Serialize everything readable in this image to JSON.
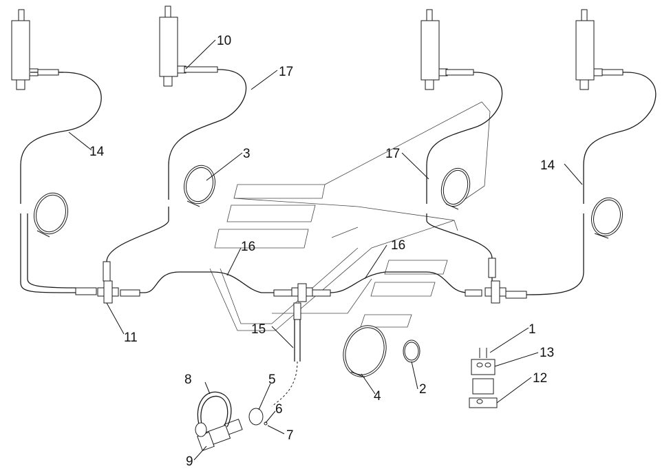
{
  "callouts": {
    "c1": "1",
    "c2": "2",
    "c3": "3",
    "c4": "4",
    "c5": "5",
    "c6": "6",
    "c7": "7",
    "c8": "8",
    "c9": "9",
    "c10": "10",
    "c11": "11",
    "c12": "12",
    "c13": "13",
    "c14a": "14",
    "c14b": "14",
    "c15": "15",
    "c16a": "16",
    "c16b": "16",
    "c17a": "17",
    "c17b": "17"
  }
}
